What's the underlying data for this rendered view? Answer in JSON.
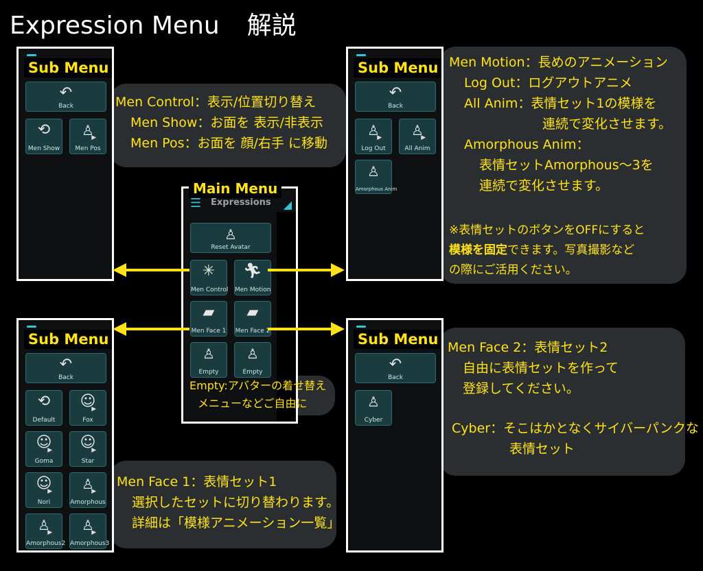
{
  "title": {
    "main": "Expression Menu",
    "jp": "解説"
  },
  "panels": {
    "sub_label": "Sub Menu",
    "main_label": "Main Menu",
    "main_expressions": "Expressions"
  },
  "top_left": {
    "back": "Back",
    "items": [
      "Men Show",
      "Men Pos"
    ],
    "notes": [
      "Men Control：表示/位置切り替え",
      "Men Show：お面を 表示/非表示",
      "Men Pos：お面を 顔/右手 に移動"
    ]
  },
  "top_right": {
    "back": "Back",
    "items": [
      "Log Out",
      "All Anim",
      "Amorphous Anim"
    ],
    "notes": [
      "Men Motion：長めのアニメーション",
      "Log Out：ログアウトアニメ",
      "All Anim：表情セット1の模様を",
      "連続で変化させます。",
      "Amorphous Anim：",
      "表情セットAmorphous～3を",
      "連続で変化させます。"
    ],
    "note2": [
      "※表情セットのボタンをOFFにすると",
      "模様を固定",
      "できます。写真撮影など",
      "の際にご活用ください。"
    ]
  },
  "main": {
    "reset": "Reset Avatar",
    "items": [
      "Men Control",
      "Men Motion",
      "Men Face 1",
      "Men Face 2",
      "Empty",
      "Empty"
    ],
    "notes": [
      "Empty:アバターの着せ替え",
      "メニューなどご自由に"
    ]
  },
  "bottom_left": {
    "back": "Back",
    "items": [
      "Default",
      "Fox",
      "Goma",
      "Star",
      "Nori",
      "Amorphous",
      "Amorphous2",
      "Amorphous3"
    ],
    "notes": [
      "Men Face 1：表情セット1",
      "選択したセットに切り替わります。",
      "詳細は「模様アニメーション一覧」"
    ]
  },
  "bottom_right": {
    "back": "Back",
    "items": [
      "Cyber"
    ],
    "notes": [
      "Men Face 2：表情セット2",
      "自由に表情セットを作って",
      "登録してください。",
      "Cyber：そこはかとなくサイバーパンクな",
      "表情セット"
    ]
  },
  "colors": {
    "accent_yellow": "#ffe21a",
    "button_teal": "#1a3c3e",
    "cyan": "#33c4d8"
  },
  "icons": [
    "back-arrow-icon",
    "person-icon",
    "folder-icon",
    "face-icon",
    "sparkle-icon",
    "running-icon",
    "play-icon",
    "hamburger-icon",
    "leaf-icon"
  ]
}
